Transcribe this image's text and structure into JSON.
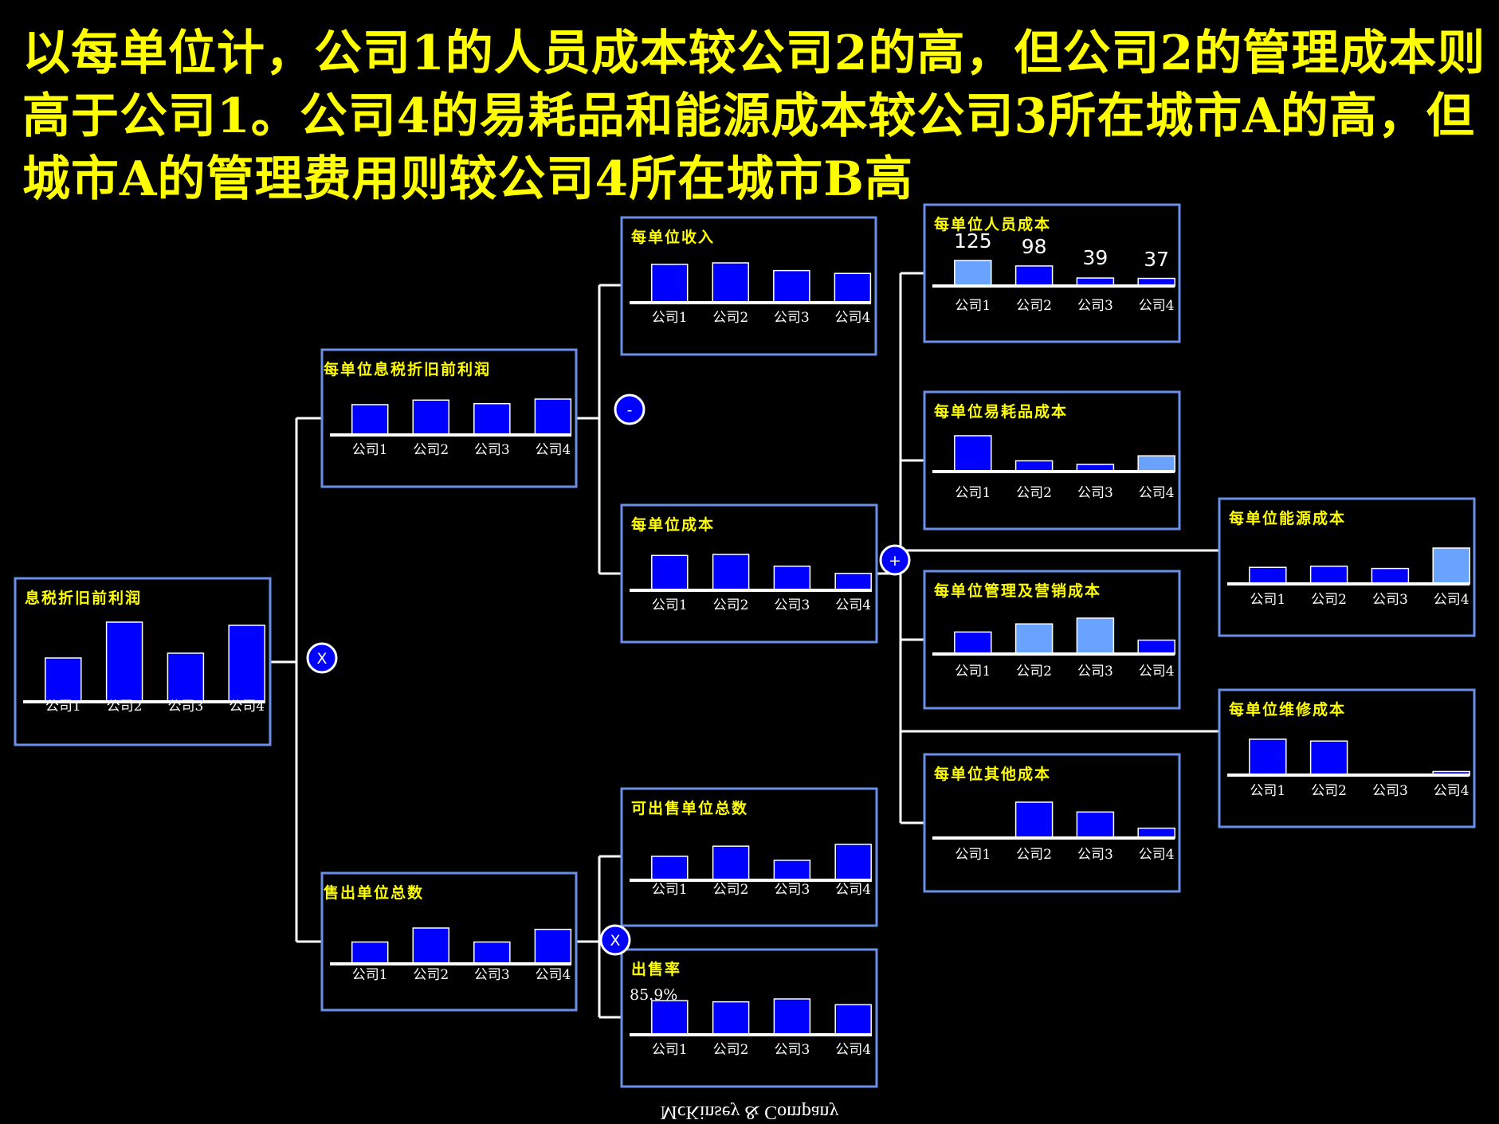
{
  "headline": "以每单位计，公司1的人员成本较公司2的高，但公司2的管理成本则高于公司1。公司4的易耗品和能源成本较公司3所在城市A的高，但城市A的管理费用则较公司4所在城市B高",
  "colors": {
    "bar": "#0000ff",
    "bar_highlight": "#6aa3ff",
    "box_border": "#6a8fe6",
    "title": "#ffff00",
    "connector": "#ffffff"
  },
  "operators": {
    "multiply_top": "X",
    "minus": "-",
    "plus": "+",
    "multiply_bottom": "X"
  },
  "chart_data": [
    {
      "id": "ebitda",
      "type": "bar",
      "title": "息税折旧前利润",
      "categories": [
        "公司1",
        "公司2",
        "公司3",
        "公司4"
      ],
      "values": [
        55,
        100,
        61,
        96
      ],
      "highlight": [
        false,
        false,
        false,
        false
      ]
    },
    {
      "id": "ebitda_unit",
      "type": "bar",
      "title": "每单位息税折旧前利润",
      "categories": [
        "公司1",
        "公司2",
        "公司3",
        "公司4"
      ],
      "values": [
        60,
        69,
        62,
        71
      ],
      "highlight": [
        false,
        false,
        false,
        false
      ]
    },
    {
      "id": "revenue_unit",
      "type": "bar",
      "title": "每单位收入",
      "categories": [
        "公司1",
        "公司2",
        "公司3",
        "公司4"
      ],
      "values": [
        80,
        83,
        67,
        61
      ],
      "highlight": [
        false,
        false,
        false,
        false
      ]
    },
    {
      "id": "cost_unit",
      "type": "bar",
      "title": "每单位成本",
      "categories": [
        "公司1",
        "公司2",
        "公司3",
        "公司4"
      ],
      "values": [
        68,
        70,
        47,
        33
      ],
      "highlight": [
        false,
        false,
        false,
        false
      ]
    },
    {
      "id": "staff_unit",
      "type": "bar",
      "title": "每单位人员成本",
      "categories": [
        "公司1",
        "公司2",
        "公司3",
        "公司4"
      ],
      "values": [
        125,
        98,
        39,
        37
      ],
      "labels": [
        "125",
        "98",
        "39",
        "37"
      ],
      "highlight": [
        true,
        false,
        false,
        false
      ]
    },
    {
      "id": "consumable_unit",
      "type": "bar",
      "title": "每单位易耗品成本",
      "categories": [
        "公司1",
        "公司2",
        "公司3",
        "公司4"
      ],
      "values": [
        50,
        15,
        10,
        22
      ],
      "highlight": [
        false,
        false,
        false,
        true
      ]
    },
    {
      "id": "admin_unit",
      "type": "bar",
      "title": "每单位管理及营销成本",
      "categories": [
        "公司1",
        "公司2",
        "公司3",
        "公司4"
      ],
      "values": [
        46,
        63,
        75,
        29
      ],
      "highlight": [
        false,
        true,
        true,
        false
      ]
    },
    {
      "id": "other_unit",
      "type": "bar",
      "title": "每单位其他成本",
      "categories": [
        "公司1",
        "公司2",
        "公司3",
        "公司4"
      ],
      "values": [
        0,
        62,
        45,
        17
      ],
      "highlight": [
        false,
        false,
        false,
        false
      ]
    },
    {
      "id": "energy_unit",
      "type": "bar",
      "title": "每单位能源成本",
      "categories": [
        "公司1",
        "公司2",
        "公司3",
        "公司4"
      ],
      "values": [
        30,
        32,
        28,
        65
      ],
      "highlight": [
        false,
        false,
        false,
        true
      ]
    },
    {
      "id": "repair_unit",
      "type": "bar",
      "title": "每单位维修成本",
      "categories": [
        "公司1",
        "公司2",
        "公司3",
        "公司4"
      ],
      "values": [
        80,
        76,
        0,
        8
      ],
      "highlight": [
        false,
        false,
        false,
        false
      ]
    },
    {
      "id": "units_available",
      "type": "bar",
      "title": "可出售单位总数",
      "categories": [
        "公司1",
        "公司2",
        "公司3",
        "公司4"
      ],
      "values": [
        54,
        77,
        45,
        81
      ],
      "highlight": [
        false,
        false,
        false,
        false
      ]
    },
    {
      "id": "units_sold",
      "type": "bar",
      "title": "售出单位总数",
      "categories": [
        "公司1",
        "公司2",
        "公司3",
        "公司4"
      ],
      "values": [
        50,
        82,
        50,
        79
      ],
      "highlight": [
        false,
        false,
        false,
        false
      ]
    },
    {
      "id": "sell_rate",
      "type": "bar",
      "title": "出售率",
      "note": "85.9%",
      "categories": [
        "公司1",
        "公司2",
        "公司3",
        "公司4"
      ],
      "values": [
        59,
        57,
        62,
        52
      ],
      "highlight": [
        false,
        false,
        false,
        false
      ]
    }
  ],
  "footer": "McKinsey & Company"
}
